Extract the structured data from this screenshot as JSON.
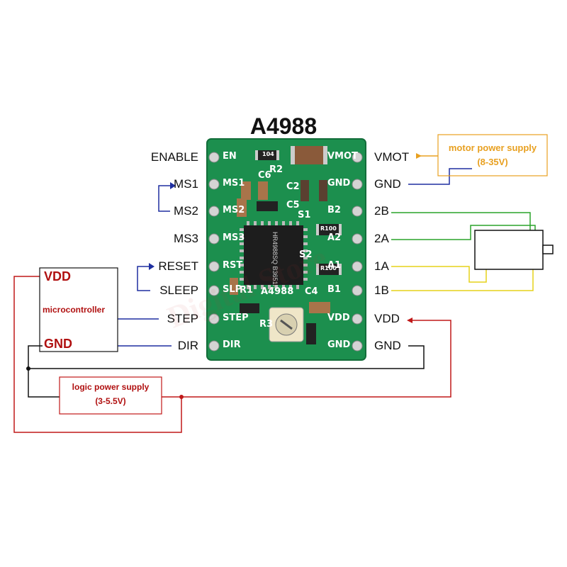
{
  "title": "A4988",
  "left_pins": [
    "ENABLE",
    "MS1",
    "MS2",
    "MS3",
    "RESET",
    "SLEEP",
    "STEP",
    "DIR"
  ],
  "right_pins": [
    "VMOT",
    "GND",
    "2B",
    "2A",
    "1A",
    "1B",
    "VDD",
    "GND"
  ],
  "microcontroller": {
    "vdd": "VDD",
    "name": "microcontroller",
    "gnd": "GND"
  },
  "motor_supply": {
    "line1": "motor power supply",
    "line2": "(8-35V)"
  },
  "logic_supply": {
    "line1": "logic power supply",
    "line2": "(3-5.5V)"
  },
  "board": {
    "pad_labels_left": [
      "EN",
      "MS1",
      "MS2",
      "MS3",
      "RST",
      "SLP",
      "STEP",
      "DIR"
    ],
    "pad_labels_right": [
      "VMOT",
      "GND",
      "B2",
      "A2",
      "A1",
      "B1",
      "VDD",
      "GND"
    ],
    "components": [
      "R2",
      "C6",
      "C2",
      "C5",
      "S1",
      "S2",
      "R1",
      "R3",
      "C4",
      "104",
      "R100",
      "R100",
      "A4988"
    ],
    "chip_text": "HR4988SQ B3651K",
    "watermark": "Digital Store"
  },
  "colors": {
    "board": "#1c8f4e",
    "wire_blue": "#1f2fa0",
    "wire_green": "#2aa32a",
    "wire_yellow": "#e6d21a",
    "wire_red": "#c01818",
    "wire_black": "#111111",
    "orange": "#e8a020",
    "red_text": "#b01010"
  }
}
